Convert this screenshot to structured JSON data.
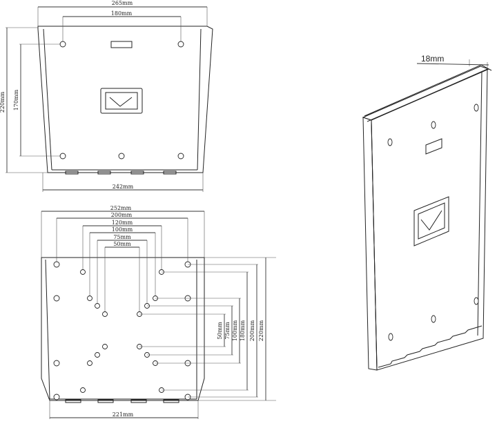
{
  "colors": {
    "line": "#222222",
    "background": "#ffffff",
    "label": "#333333"
  },
  "top_view": {
    "overall_width": "265mm",
    "hole_spacing_top": "180mm",
    "overall_height": "220mm",
    "hole_vertical_spacing": "170mm",
    "bottom_width": "242mm"
  },
  "bottom_view": {
    "widths": [
      "252mm",
      "200mm",
      "120mm",
      "100mm",
      "75mm",
      "50mm"
    ],
    "heights": [
      "50mm",
      "75mm",
      "100mm",
      "180mm",
      "200mm",
      "220mm"
    ],
    "bottom_width": "221mm"
  },
  "iso_view": {
    "thickness": "18mm"
  }
}
